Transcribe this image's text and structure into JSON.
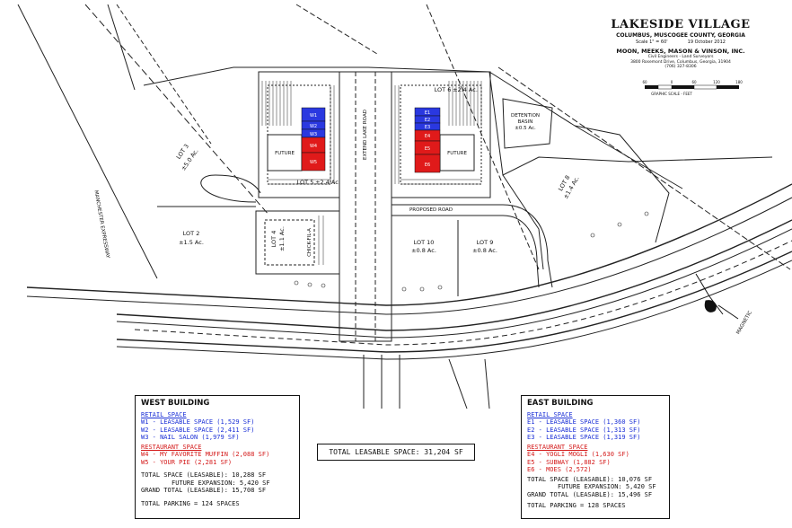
{
  "title": {
    "name": "LAKESIDE VILLAGE",
    "location": "COLUMBUS, MUSCOGEE COUNTY, GEORGIA",
    "scale": "Scale 1\" = 60'",
    "date": "19 October 2012",
    "firm": "MOON, MEEKS, MASON & VINSON, INC.",
    "firm_type": "Civil Engineers - Land Surveyors",
    "address": "3800 Rosemont Drive, Columbus, Georgia, 31904",
    "phone": "(706) 327-8306",
    "graphic_scale": "GRAPHIC SCALE - FEET",
    "scale_ticks": [
      "60",
      "0",
      "60",
      "120",
      "180"
    ]
  },
  "lots": [
    {
      "name": "LOT 3",
      "area": "±5.0 Ac."
    },
    {
      "name": "LOT 2",
      "area": "±1.5 Ac."
    },
    {
      "name": "LOT 5",
      "area": "±2.4 Ac."
    },
    {
      "name": "LOT 6",
      "area": "±2.4 Ac."
    },
    {
      "name": "LOT 8",
      "area": "±1.4 Ac."
    },
    {
      "name": "LOT 10",
      "area": "±0.8 Ac."
    },
    {
      "name": "LOT 9",
      "area": "±0.8 Ac."
    },
    {
      "name": "LOT 4",
      "area": "±1.1 Ac."
    }
  ],
  "map_labels": {
    "future_west": "FUTURE",
    "future_east": "FUTURE",
    "detention": "DETENTION",
    "basin": "BASIN",
    "basin_area": "±0.5 Ac.",
    "proposed_road": "PROPOSED ROAD",
    "manchester_expressway": "MANCHESTER EXPRESSWAY",
    "magnetic": "MAGNETIC",
    "check_fil_a": "CHICK-FIL-A",
    "eastern_lake_road": "EXTEND LAKE ROAD",
    "west_bldg_units": [
      "W1",
      "W2",
      "W3",
      "W4",
      "W5"
    ],
    "east_bldg_units": [
      "E1",
      "E2",
      "E3",
      "E4",
      "E5",
      "E6"
    ]
  },
  "colors": {
    "retail": "#2a38e0",
    "restaurant": "#e01a1a",
    "linework": "#222222"
  },
  "west_building": {
    "heading": "WEST BUILDING",
    "retail_heading": "RETAIL SPACE",
    "retail": [
      "W1 - LEASABLE SPACE (1,529 SF)",
      "W2 - LEASABLE SPACE (2,411 SF)",
      "W3 - NAIL SALON (1,979 SF)"
    ],
    "restaurant_heading": "RESTAURANT SPACE",
    "restaurant": [
      "W4 - MY FAVORITE MUFFIN (2,088 SF)",
      "W5 - YOUR PIE (2,281 SF)"
    ],
    "total_space": "TOTAL SPACE (LEASABLE): 10,288 SF",
    "future_expansion": "FUTURE EXPANSION: 5,420 SF",
    "grand_total": "GRAND TOTAL (LEASABLE): 15,708 SF",
    "parking": "TOTAL PARKING = 124 SPACES"
  },
  "east_building": {
    "heading": "EAST BUILDING",
    "retail_heading": "RETAIL SPACE",
    "retail": [
      "E1 - LEASABLE SPACE (1,360 SF)",
      "E2 - LEASABLE SPACE (1,313 SF)",
      "E3 - LEASABLE SPACE (1,319 SF)"
    ],
    "restaurant_heading": "RESTAURANT SPACE",
    "restaurant": [
      "E4 - YOGLI MOGLI (1,630 SF)",
      "E5 - SUBWAY (1,882 SF)",
      "E6 - MOES (2,572)"
    ],
    "total_space": "TOTAL SPACE (LEASABLE): 10,076 SF",
    "future_expansion": "FUTURE EXPANSION: 5,420 SF",
    "grand_total": "GRAND TOTAL (LEASABLE): 15,496 SF",
    "parking": "TOTAL PARKING = 128 SPACES"
  },
  "total_leasable": "TOTAL LEASABLE SPACE: 31,204 SF"
}
